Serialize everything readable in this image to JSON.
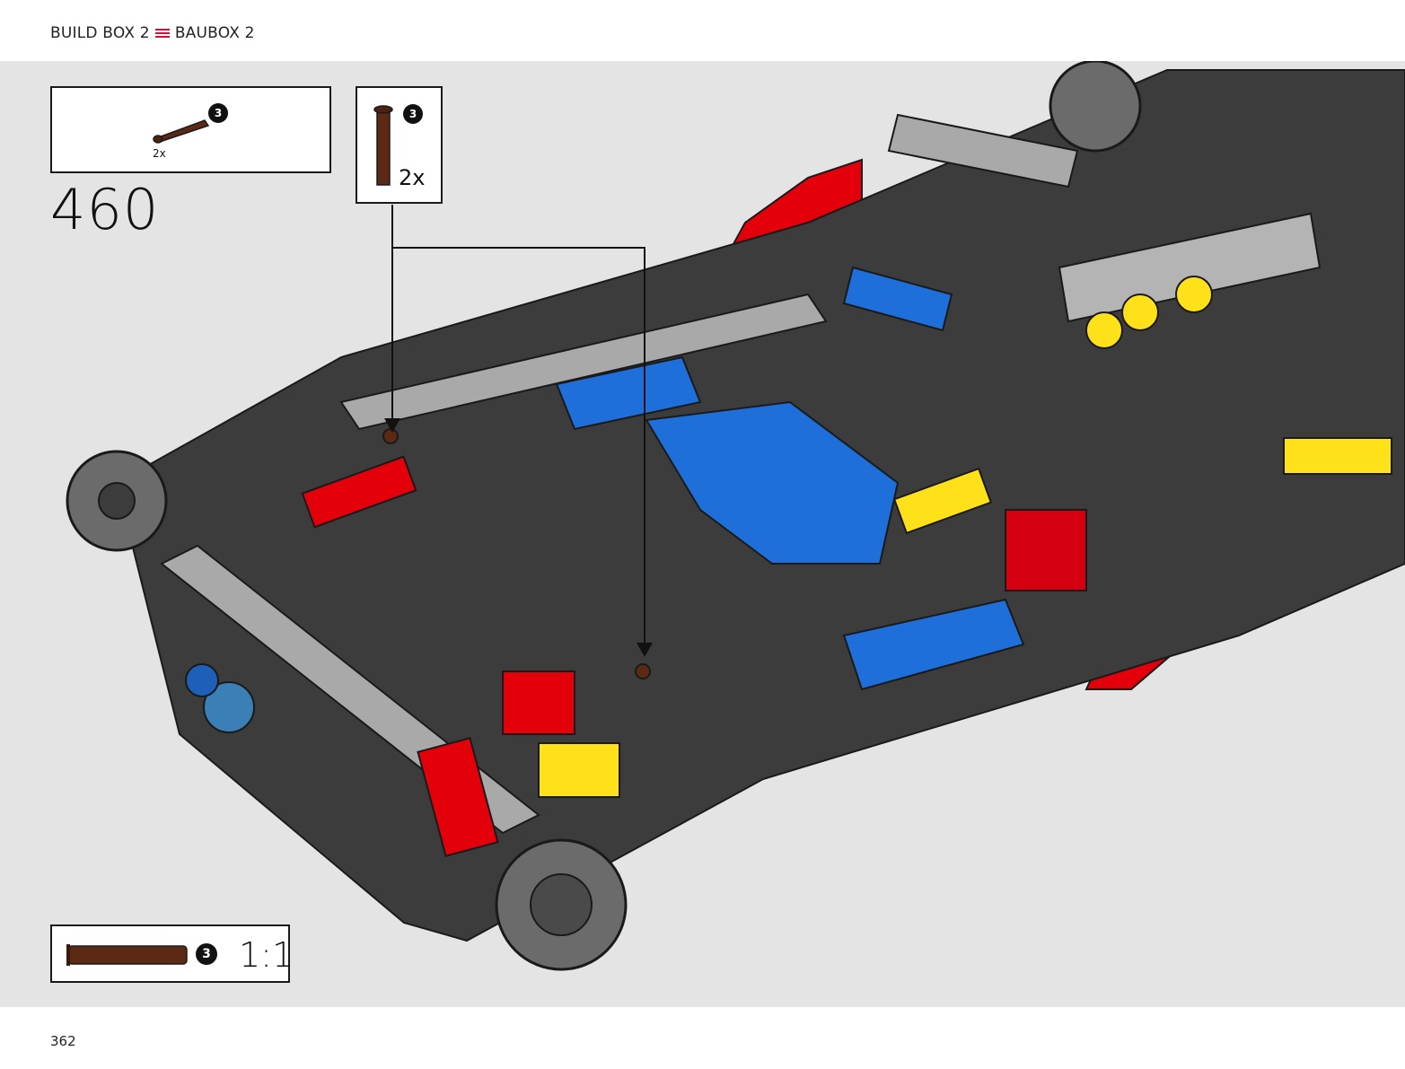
{
  "header": {
    "left_label": "BUILD BOX 2",
    "right_label": "BAUBOX 2",
    "separator_icon": "triple-line-icon",
    "accent": "#d0103a"
  },
  "step": {
    "number": "460",
    "parts_box": {
      "quantity": "2x",
      "color_badge": "3"
    },
    "callout_box": {
      "quantity": "2x",
      "color_badge": "3"
    },
    "scale_box": {
      "color_badge": "3",
      "scale": "1:1"
    }
  },
  "footer": {
    "page_number": "362"
  },
  "colors": {
    "axle_brown": "#5c2a14",
    "tech_red": "#e3000b",
    "tech_blue": "#1e6fd9",
    "tech_yellow": "#ffe11a",
    "dark_gray": "#3a3a3a",
    "light_gray": "#a9a9a9",
    "background": "#e4e4e4"
  }
}
